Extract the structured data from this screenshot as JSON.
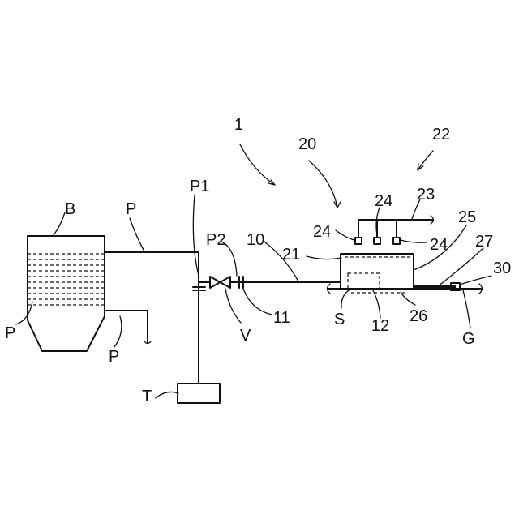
{
  "figure": {
    "labels": {
      "system": "1",
      "unit_20": "20",
      "unit_22": "22",
      "boiler": "B",
      "pipe_top": "P",
      "pipe_left": "P",
      "pipe_bottom": "P",
      "p1": "P1",
      "p2": "P2",
      "pipe_10": "10",
      "n11": "11",
      "valve": "V",
      "tank": "T",
      "n21": "21",
      "n23": "23",
      "n24_left": "24",
      "n24_top": "24",
      "n24_right": "24",
      "n25": "25",
      "n27": "27",
      "n30": "30",
      "s": "S",
      "n12": "12",
      "n26": "26",
      "g": "G"
    }
  }
}
